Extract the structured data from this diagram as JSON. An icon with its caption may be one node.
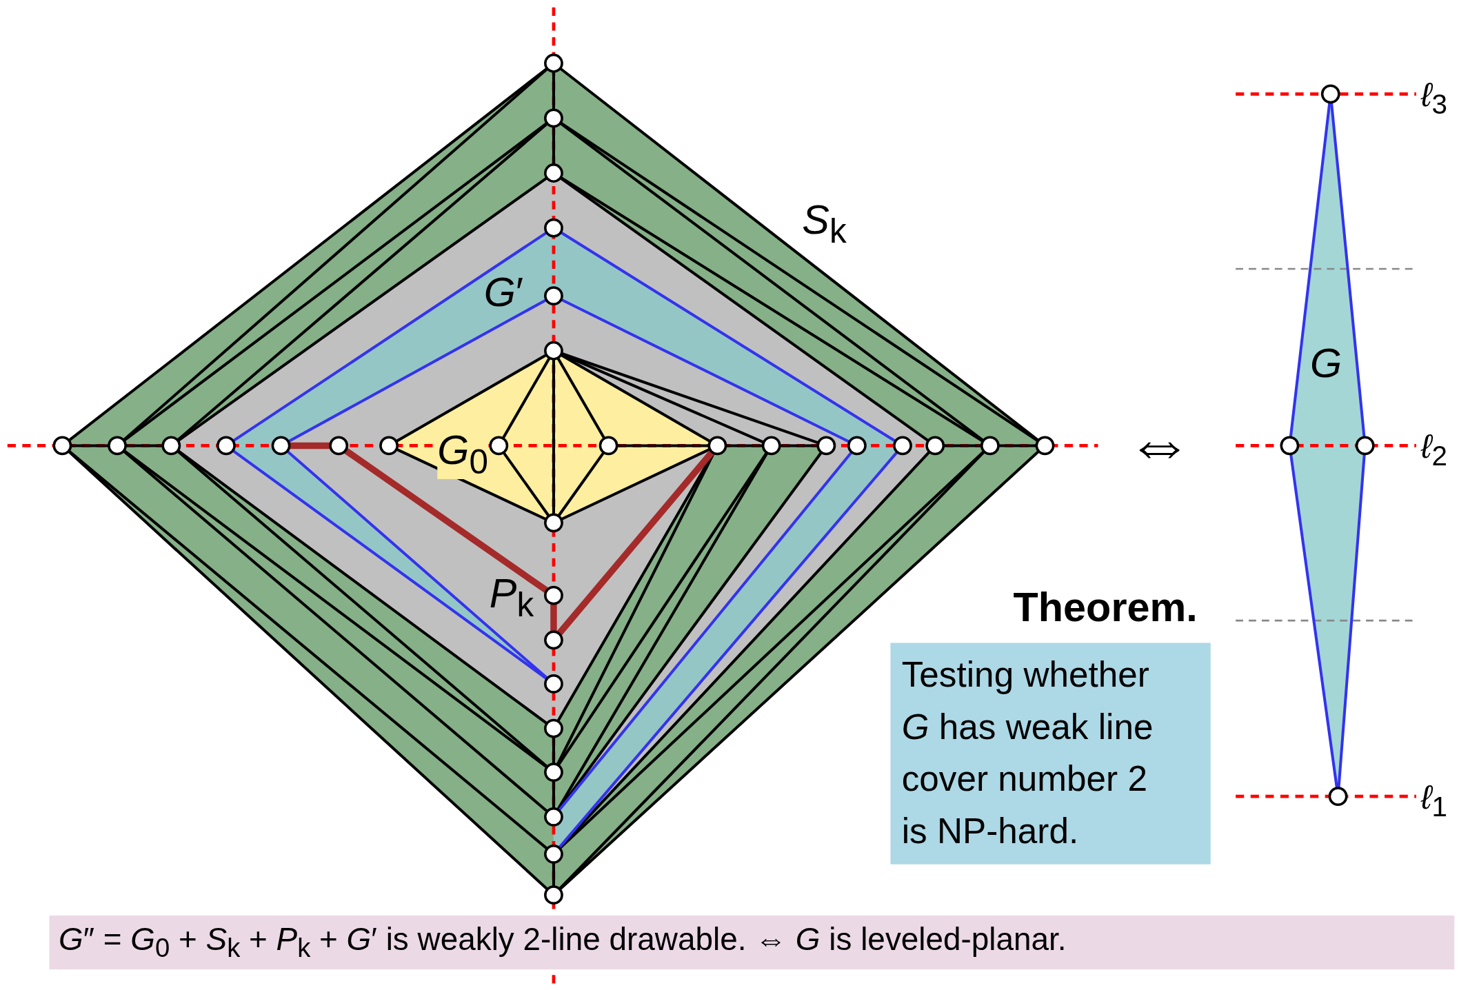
{
  "diagram": {
    "nodes": [
      {
        "text": [],
        "shape": "circle"
      },
      {
        "text": [],
        "shape": "circle"
      },
      {
        "text": [],
        "shape": "circle"
      },
      {
        "text": [],
        "shape": "circle"
      },
      {
        "text": [],
        "shape": "circle"
      },
      {
        "text": [],
        "shape": "circle"
      },
      {
        "text": [],
        "shape": "circle"
      },
      {
        "text": [],
        "shape": "circle"
      },
      {
        "text": [],
        "shape": "circle"
      },
      {
        "text": [],
        "shape": "circle"
      },
      {
        "text": [],
        "shape": "circle"
      },
      {
        "text": [],
        "shape": "circle"
      },
      {
        "text": [],
        "shape": "circle"
      },
      {
        "text": [],
        "shape": "circle"
      },
      {
        "text": [],
        "shape": "circle"
      },
      {
        "text": [],
        "shape": "circle"
      },
      {
        "text": [],
        "shape": "circle"
      },
      {
        "text": [],
        "shape": "circle"
      },
      {
        "text": [],
        "shape": "circle"
      },
      {
        "text": [],
        "shape": "circle"
      },
      {
        "text": [],
        "shape": "circle"
      },
      {
        "text": [],
        "shape": "circle"
      },
      {
        "text": [],
        "shape": "circle"
      },
      {
        "text": [],
        "shape": "circle"
      },
      {
        "text": [],
        "shape": "circle"
      },
      {
        "text": [],
        "shape": "circle"
      },
      {
        "text": [],
        "shape": "circle"
      },
      {
        "text": [],
        "shape": "circle"
      },
      {
        "text": [],
        "shape": "circle"
      },
      {
        "text": [],
        "shape": "circle"
      },
      {
        "text": [],
        "shape": "circle"
      },
      {
        "text": [],
        "shape": "circle"
      },
      {
        "text": [],
        "shape": "circle"
      },
      {
        "text": [],
        "shape": "circle"
      },
      {
        "text": [],
        "shape": "circle"
      },
      {
        "text": [],
        "shape": "circle"
      },
      {
        "text": [
          "Theorem.",
          "Testing whether *G* has weak line cover number 2 is NP-hard."
        ]
      },
      {
        "text": [
          "*G*″ = *G*$_{0}$ + *S*$_{k}$ + *P*$_{k}$ + *G*′ is weakly 2-line drawable. ⇔ *G* is leveled-planar."
        ]
      }
    ],
    "edges": [
      {
        "from": 0,
        "to": 1,
        "arrow": "none"
      },
      {
        "from": 1,
        "to": 2,
        "arrow": "none"
      },
      {
        "from": 0,
        "to": 5,
        "arrow": "none"
      },
      {
        "from": 0,
        "to": 6,
        "arrow": "none"
      },
      {
        "from": 1,
        "to": 6,
        "arrow": "none"
      },
      {
        "from": 1,
        "to": 7,
        "arrow": "none"
      },
      {
        "from": 2,
        "to": 7,
        "arrow": "none"
      },
      {
        "from": 0,
        "to": 22,
        "arrow": "none"
      },
      {
        "from": 1,
        "to": 22,
        "arrow": "none"
      },
      {
        "from": 1,
        "to": 21,
        "arrow": "none"
      },
      {
        "from": 2,
        "to": 21,
        "arrow": "none"
      },
      {
        "from": 2,
        "to": 20,
        "arrow": "none"
      },
      {
        "from": 5,
        "to": 6,
        "arrow": "none"
      },
      {
        "from": 6,
        "to": 7,
        "arrow": "none"
      },
      {
        "from": 20,
        "to": 21,
        "arrow": "none"
      },
      {
        "from": 21,
        "to": 22,
        "arrow": "none"
      },
      {
        "from": 12,
        "to": 11,
        "arrow": "none"
      },
      {
        "from": 12,
        "to": 13,
        "arrow": "none"
      },
      {
        "from": 12,
        "to": 14,
        "arrow": "none"
      },
      {
        "from": 12,
        "to": 15,
        "arrow": "none"
      },
      {
        "from": 12,
        "to": 23,
        "arrow": "none"
      },
      {
        "from": 11,
        "to": 23,
        "arrow": "none"
      },
      {
        "from": 13,
        "to": 23,
        "arrow": "none"
      },
      {
        "from": 14,
        "to": 23,
        "arrow": "none"
      },
      {
        "from": 15,
        "to": 23,
        "arrow": "none"
      },
      {
        "from": 14,
        "to": 15,
        "arrow": "none"
      },
      {
        "from": 12,
        "to": 16,
        "arrow": "none"
      },
      {
        "from": 12,
        "to": 17,
        "arrow": "none"
      },
      {
        "from": 15,
        "to": 16,
        "arrow": "none"
      },
      {
        "from": 16,
        "to": 17,
        "arrow": "none"
      },
      {
        "from": 5,
        "to": 31,
        "arrow": "none"
      },
      {
        "from": 5,
        "to": 30,
        "arrow": "none"
      },
      {
        "from": 6,
        "to": 29,
        "arrow": "none"
      },
      {
        "from": 6,
        "to": 28,
        "arrow": "none"
      },
      {
        "from": 7,
        "to": 28,
        "arrow": "none"
      },
      {
        "from": 7,
        "to": 27,
        "arrow": "none"
      },
      {
        "from": 15,
        "to": 27,
        "arrow": "none"
      },
      {
        "from": 15,
        "to": 28,
        "arrow": "none"
      },
      {
        "from": 16,
        "to": 28,
        "arrow": "none"
      },
      {
        "from": 16,
        "to": 29,
        "arrow": "none"
      },
      {
        "from": 17,
        "to": 29,
        "arrow": "none"
      },
      {
        "from": 20,
        "to": 30,
        "arrow": "none"
      },
      {
        "from": 21,
        "to": 30,
        "arrow": "none"
      },
      {
        "from": 21,
        "to": 31,
        "arrow": "none"
      },
      {
        "from": 22,
        "to": 31,
        "arrow": "none"
      },
      {
        "from": 27,
        "to": 28,
        "arrow": "none"
      },
      {
        "from": 28,
        "to": 29,
        "arrow": "none"
      },
      {
        "from": 30,
        "to": 31,
        "arrow": "none"
      },
      {
        "from": 3,
        "to": 8,
        "arrow": "none",
        "color": "#3333ee"
      },
      {
        "from": 3,
        "to": 19,
        "arrow": "none",
        "color": "#3333ee"
      },
      {
        "from": 4,
        "to": 9,
        "arrow": "none",
        "color": "#3333ee"
      },
      {
        "from": 4,
        "to": 18,
        "arrow": "none",
        "color": "#3333ee"
      },
      {
        "from": 8,
        "to": 26,
        "arrow": "none",
        "color": "#3333ee"
      },
      {
        "from": 9,
        "to": 26,
        "arrow": "none",
        "color": "#3333ee"
      },
      {
        "from": 18,
        "to": 29,
        "arrow": "none",
        "color": "#3333ee"
      },
      {
        "from": 19,
        "to": 30,
        "arrow": "none",
        "color": "#3333ee"
      },
      {
        "from": 9,
        "to": 10,
        "arrow": "none",
        "style": "thick",
        "color": "#a52a2a"
      },
      {
        "from": 10,
        "to": 24,
        "arrow": "none",
        "style": "thick",
        "color": "#a52a2a"
      },
      {
        "from": 24,
        "to": 25,
        "arrow": "none",
        "style": "thick",
        "color": "#a52a2a"
      },
      {
        "from": 25,
        "to": 15,
        "arrow": "none",
        "style": "thick",
        "color": "#a52a2a"
      },
      {
        "from": 32,
        "to": 33,
        "arrow": "none",
        "color": "#3333ee"
      },
      {
        "from": 32,
        "to": 34,
        "arrow": "none",
        "color": "#3333ee"
      },
      {
        "from": 33,
        "to": 35,
        "arrow": "none",
        "color": "#3333ee"
      },
      {
        "from": 34,
        "to": 35,
        "arrow": "none",
        "color": "#3333ee"
      }
    ],
    "labels": [
      "*ℓ*$_{3}$",
      "*S*$_{k}$",
      "*G*′",
      "*G*",
      "*G*$_{0}$",
      "⇔",
      "*ℓ*$_{2}$",
      "*P*$_{k}$",
      "*ℓ*$_{1}$"
    ]
  }
}
